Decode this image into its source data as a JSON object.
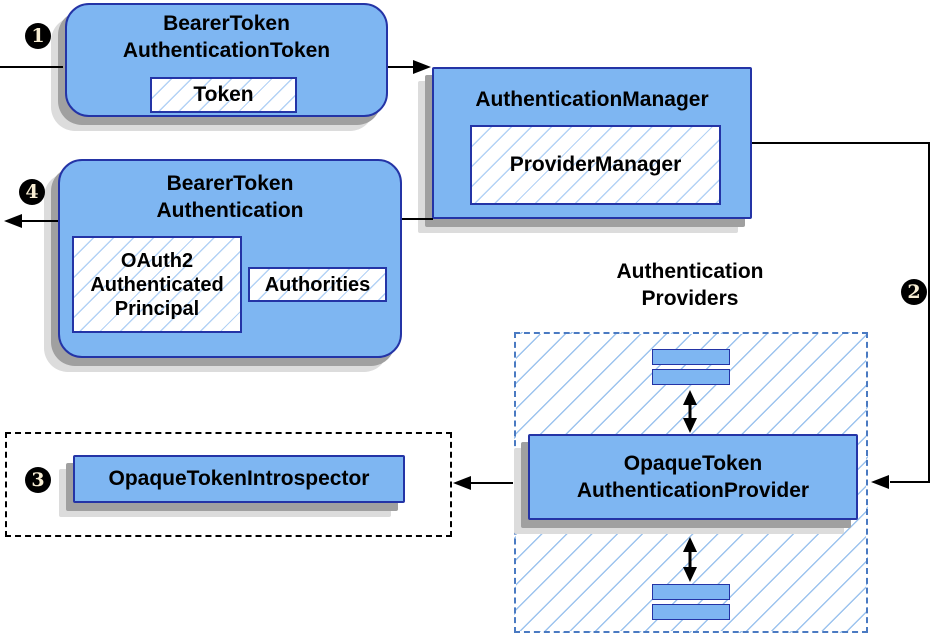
{
  "steps": {
    "s1": "1",
    "s2": "2",
    "s3": "3",
    "s4": "4"
  },
  "nodes": {
    "bearer_token_authentication_token": {
      "title": "BearerToken\nAuthenticationToken",
      "token_label": "Token"
    },
    "authentication_manager": {
      "title": "AuthenticationManager",
      "provider_manager_label": "ProviderManager"
    },
    "bearer_token_authentication": {
      "title": "BearerToken\nAuthentication",
      "principal_label": "OAuth2\nAuthenticated\nPrincipal",
      "authorities_label": "Authorities"
    },
    "opaque_token_introspector": {
      "label": "OpaqueTokenIntrospector"
    },
    "authentication_providers": {
      "heading": "Authentication\nProviders",
      "provider_label": "OpaqueToken\nAuthenticationProvider"
    }
  },
  "colors": {
    "node_fill": "#7eb6f2",
    "node_border": "#2434a6",
    "hatch_line": "#9cc3ee",
    "providers_dash_border": "#4a7ac2",
    "shadow_dark": "#a0a0a0",
    "shadow_light": "#dcdcdc",
    "connector": "#000000",
    "badge_fill": "#000000",
    "badge_digit": "#f7edd3"
  }
}
